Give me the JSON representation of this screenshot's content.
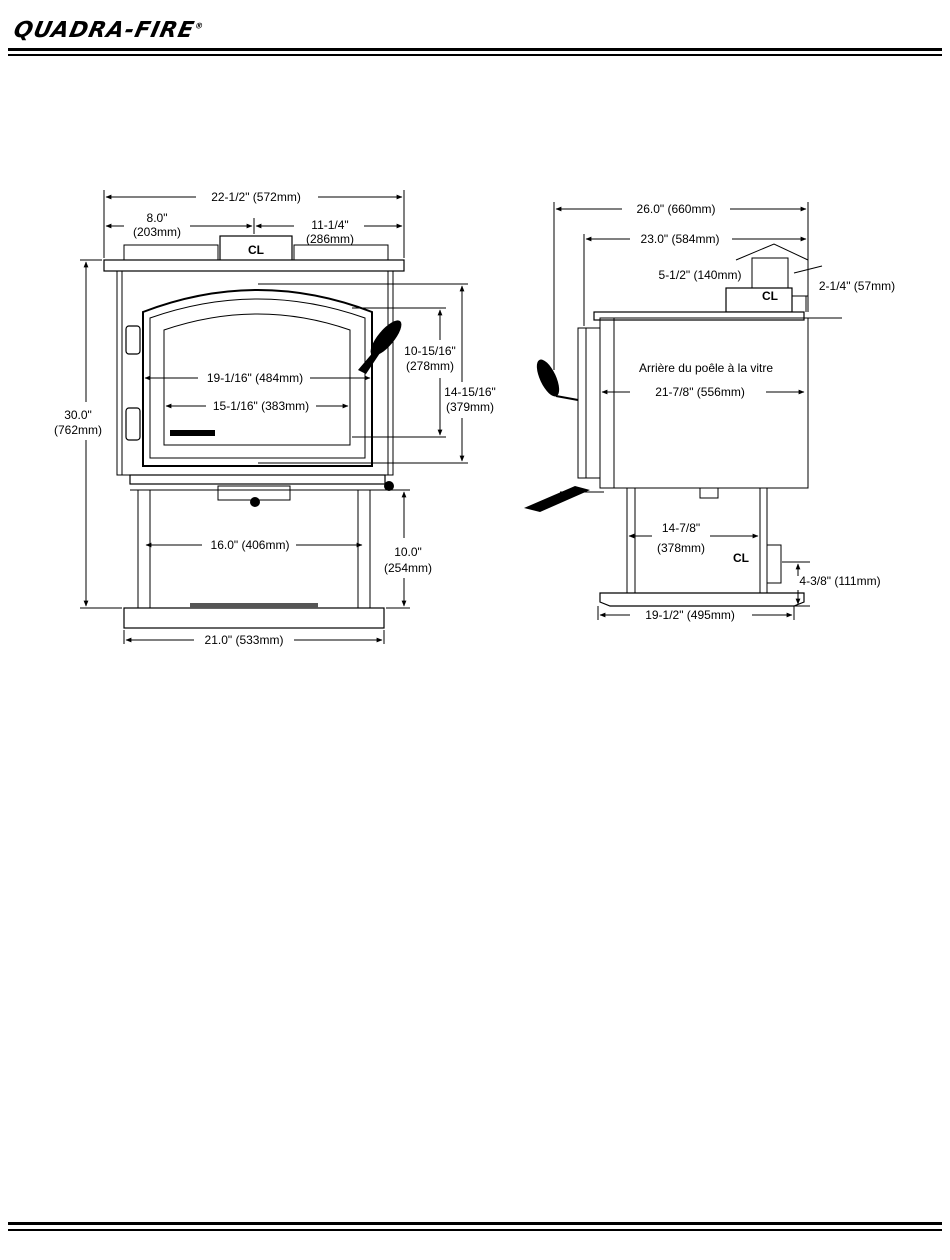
{
  "brand": {
    "logo_text": "QUADRA-FIRE",
    "trademark": "®"
  },
  "front_view": {
    "overall_width": "22-1/2\" (572mm)",
    "left_to_flue_in": "8.0\"",
    "left_to_flue_mm": "(203mm)",
    "flue_to_right_in": "11-1/4\"",
    "flue_to_right_mm": "(286mm)",
    "centerline": "CL",
    "overall_height_in": "30.0\"",
    "overall_height_mm": "(762mm)",
    "glass_height_in": "10-15/16\"",
    "glass_height_mm": "(278mm)",
    "door_height_in": "14-15/16\"",
    "door_height_mm": "(379mm)",
    "door_width": "19-1/16\" (484mm)",
    "glass_width": "15-1/16\" (383mm)",
    "pedestal_width": "16.0\" (406mm)",
    "pedestal_height_in": "10.0\"",
    "pedestal_height_mm": "(254mm)",
    "base_width": "21.0\" (533mm)"
  },
  "side_view": {
    "overall_depth": "26.0\" (660mm)",
    "back_to_flue_front": "23.0\" (584mm)",
    "flue_offset": "5-1/2\" (140mm)",
    "flue_to_back": "2-1/4\" (57mm)",
    "back_to_glass_label": "Arrière du poêle à la vitre",
    "back_to_glass": "21-7/8\" (556mm)",
    "pedestal_depth_in": "14-7/8\"",
    "pedestal_depth_mm": "(378mm)",
    "outside_air_height": "4-3/8\" (111mm)",
    "base_depth": "19-1/2\" (495mm)",
    "centerline": "CL"
  }
}
